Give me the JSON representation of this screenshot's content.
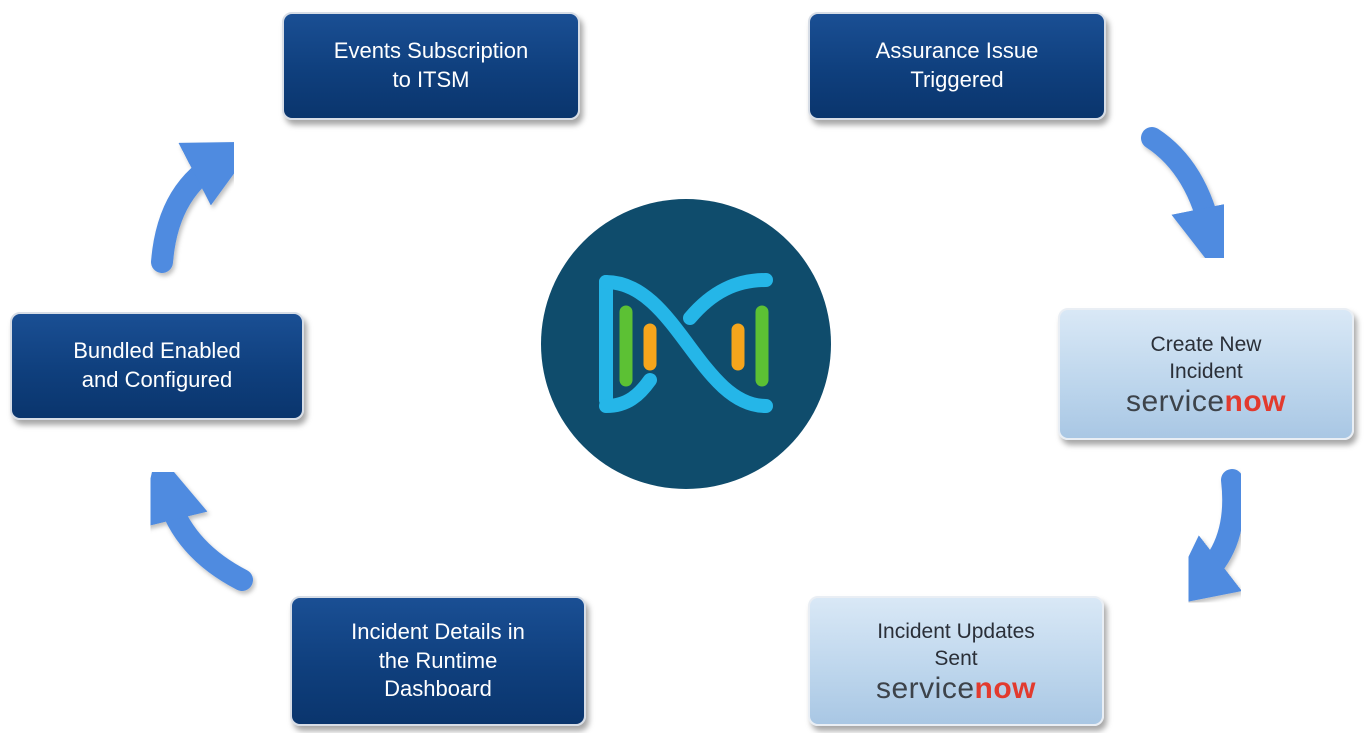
{
  "colors": {
    "arrow": "#4f8be0",
    "dark_box": "#0f3f7d",
    "light_box": "#bcd5ec",
    "logo_circle": "#0f4c6c",
    "logo_cyan": "#25b6e8",
    "logo_green": "#5cc134",
    "logo_orange": "#f5a51c",
    "servicenow_gray": "#3d434a",
    "servicenow_red": "#e23a2e"
  },
  "steps": {
    "events_subscription": {
      "line1": "Events Subscription",
      "line2": "to ITSM"
    },
    "assurance_issue": {
      "line1": "Assurance Issue",
      "line2": "Triggered"
    },
    "create_incident": {
      "line1": "Create New",
      "line2": "Incident",
      "logo_a": "service",
      "logo_b": "now"
    },
    "incident_updates": {
      "line1": "Incident Updates",
      "line2": "Sent",
      "logo_a": "service",
      "logo_b": "now"
    },
    "incident_details": {
      "line1": "Incident Details in",
      "line2": "the Runtime",
      "line3": "Dashboard"
    },
    "bundled_enabled": {
      "line1": "Bundled Enabled",
      "line2": "and Configured"
    }
  },
  "center_logo": {
    "icon": "catalyst-center-logo"
  }
}
